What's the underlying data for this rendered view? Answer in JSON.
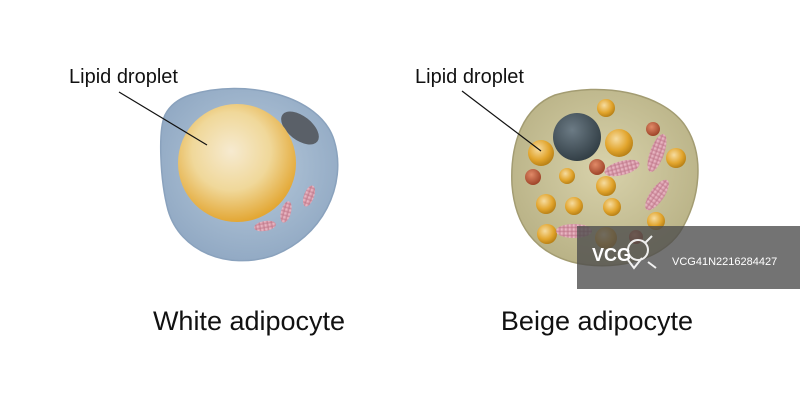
{
  "white_adipocyte": {
    "title": "White adipocyte",
    "callout_label": "Lipid droplet"
  },
  "beige_adipocyte": {
    "title": "Beige adipocyte",
    "callout_label": "Lipid droplet"
  },
  "watermark": {
    "brand": "VCG",
    "id": "VCG41N2216284427"
  },
  "colors": {
    "white_cell_membrane": "#9eb4cc",
    "white_cell_droplet_rim": "#e3a734",
    "white_cell_droplet_core": "#f1dfa9",
    "nucleus_white_cell": "#5a6068",
    "mitochondria": "#d99fae",
    "beige_cytoplasm": "#c9c294",
    "beige_nucleus": "#3f4d55",
    "beige_droplet": "#e2a52d",
    "beige_small_orange": "#c35d3a",
    "watermark_bg": "#4b4b4b"
  }
}
